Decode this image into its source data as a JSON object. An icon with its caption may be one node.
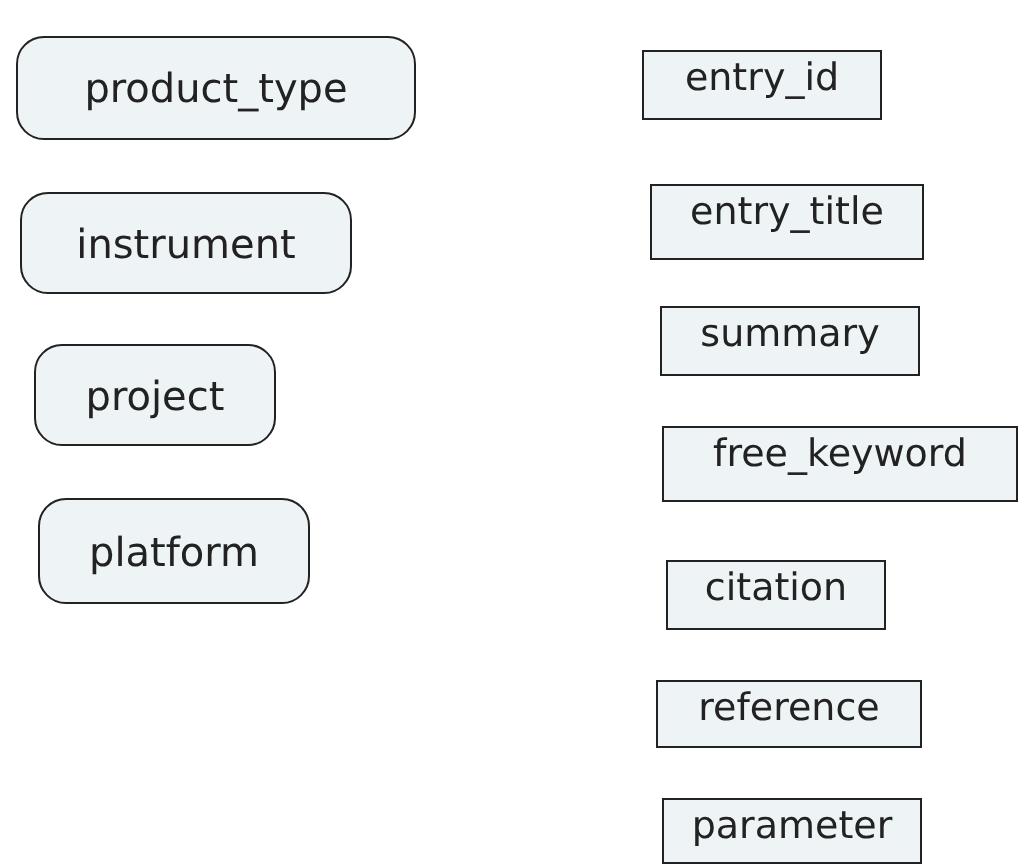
{
  "diagram": {
    "nodes": [
      {
        "text": [
          "product_type"
        ]
      },
      {
        "text": [
          "instrument"
        ]
      },
      {
        "text": [
          "project"
        ]
      },
      {
        "text": [
          "platform"
        ]
      },
      {
        "text": [
          "entry_id"
        ]
      },
      {
        "text": [
          "entry_title"
        ]
      },
      {
        "text": [
          "summary"
        ]
      },
      {
        "text": [
          "free_keyword"
        ]
      },
      {
        "text": [
          "citation"
        ]
      },
      {
        "text": [
          "reference"
        ]
      },
      {
        "text": [
          "parameter"
        ]
      }
    ]
  }
}
